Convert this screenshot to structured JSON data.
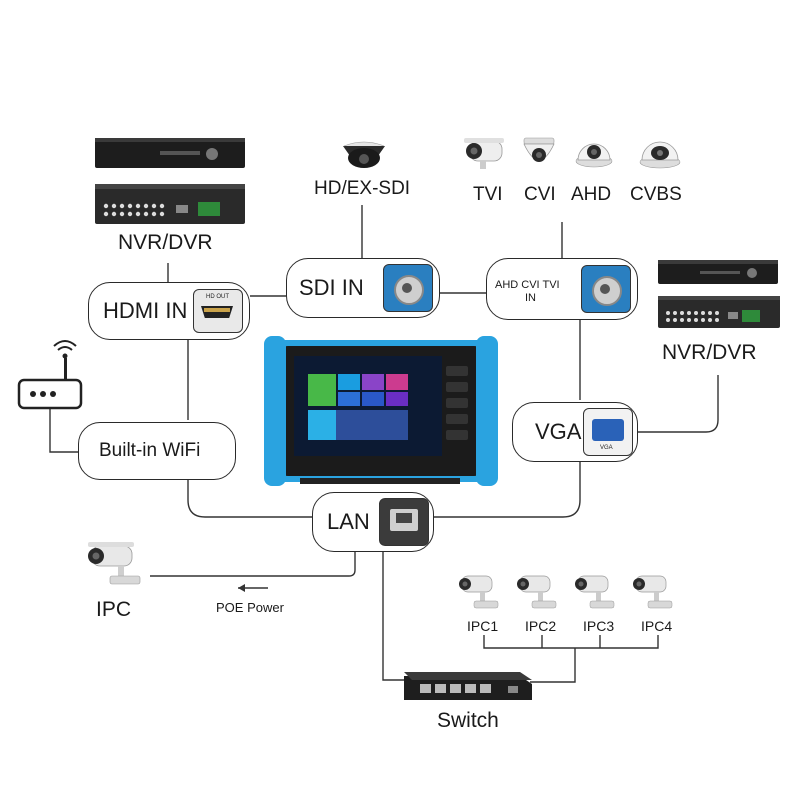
{
  "inputs": {
    "hdsdi": "HD/EX-SDI",
    "tvi": "TVI",
    "cvi": "CVI",
    "ahd": "AHD",
    "cvbs": "CVBS",
    "nvr_left": "NVR/DVR",
    "nvr_right": "NVR/DVR"
  },
  "ports": {
    "hdmi": "HDMI IN",
    "hdmi_tag": "HD OUT",
    "sdi": "SDI IN",
    "ahd_line1": "AHD CVI TVI",
    "ahd_line2": "IN",
    "vga": "VGA",
    "vga_tag": "VGA",
    "wifi": "Built-in WiFi",
    "lan": "LAN"
  },
  "outputs": {
    "ipc": "IPC",
    "poe": "POE Power",
    "ipc1": "IPC1",
    "ipc2": "IPC2",
    "ipc3": "IPC3",
    "ipc4": "IPC4",
    "switch": "Switch"
  },
  "colors": {
    "device_blue": "#2aa3e0",
    "screen_dark": "#0c1a33",
    "line": "#333333"
  }
}
